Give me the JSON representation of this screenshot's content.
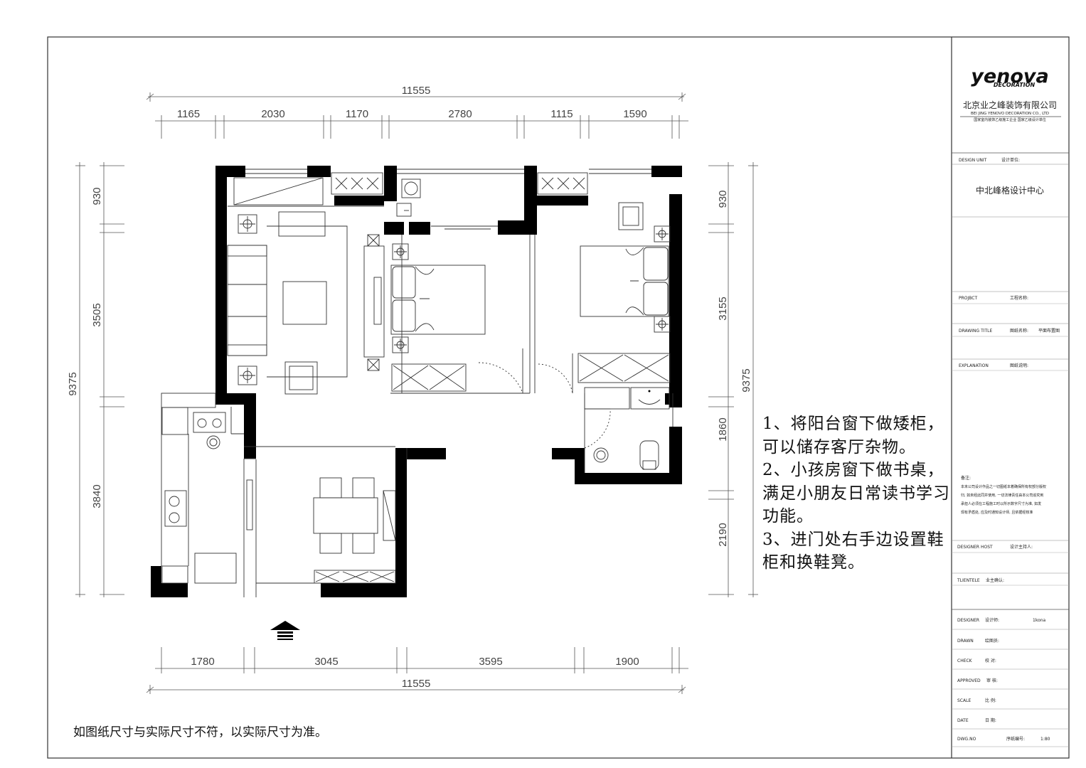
{
  "title_block": {
    "logo_main": "yenova",
    "logo_sub": "DECORATION",
    "company_cn": "北京业之峰装饰有限公司",
    "company_en": "BEI JING YENOVO DECORATION CO., LTD",
    "company_tag": "国家室内装饰乙级施工企业 国家乙级设计单位",
    "design_unit_label": "DESIGN UNIT",
    "design_unit_cn": "设计单位:",
    "design_unit_value": "中北峰格设计中心",
    "project_label": "PROJBCT",
    "project_cn": "工程名称:",
    "drawing_title_label": "DRAWING TITLE",
    "drawing_title_cn": "图纸名称:",
    "drawing_title_value": "平面布置图",
    "explanation_label": "EXPLANATION",
    "explanation_cn": "图纸说明:",
    "remarks_head": "备注:",
    "remarks_lines": [
      "本未公司设计作品之一切图纸本着确保所有权部分版权",
      "归, 如未经此同并使用, 一切法律责任由本公司追究到",
      "承担人必须在工程施工时以所示数字尺寸为准, 如发",
      "现有矛盾处, 应及时通知设计师, 且依据经核准"
    ],
    "designer_host_label": "DESIGNER HOST",
    "designer_host_cn": "设计主持人:",
    "client_label": "TLIENTELE",
    "client_cn": "业主确认:",
    "designer_label": "DESIGNER",
    "designer_cn": "设计师:",
    "designer_value": "1kona",
    "drawn_label": "DRAWN",
    "drawn_cn": "绘图员:",
    "check_label": "CHECK",
    "check_cn": "校 对:",
    "approved_label": "APPROVED",
    "approved_cn": "审 核:",
    "scale_label": "SCALE",
    "scale_cn": "比 例:",
    "date_label": "DATE",
    "date_cn": "日 期:",
    "dwg_label": "DWG.NO",
    "dwg_cn": "序纸编号:",
    "dwg_value": "1:80"
  },
  "dimensions": {
    "top_total": "11555",
    "top": [
      "1165",
      "2030",
      "1170",
      "2780",
      "1115",
      "1590"
    ],
    "bottom_total": "11555",
    "bottom": [
      "1780",
      "3045",
      "3595",
      "1900"
    ],
    "left_total": "9375",
    "left": [
      "930",
      "3505",
      "3840"
    ],
    "right_total": "9375",
    "right": [
      "930",
      "3155",
      "1860",
      "2190"
    ]
  },
  "notes": [
    "1、将阳台窗下做矮柜，可以储存客厅杂物。",
    "2、小孩房窗下做书桌，满足小朋友日常读书学习功能。",
    "3、进门处右手边设置鞋柜和换鞋凳。"
  ],
  "footnote": "如图纸尺寸与实际尺寸不符，以实际尺寸为准。"
}
